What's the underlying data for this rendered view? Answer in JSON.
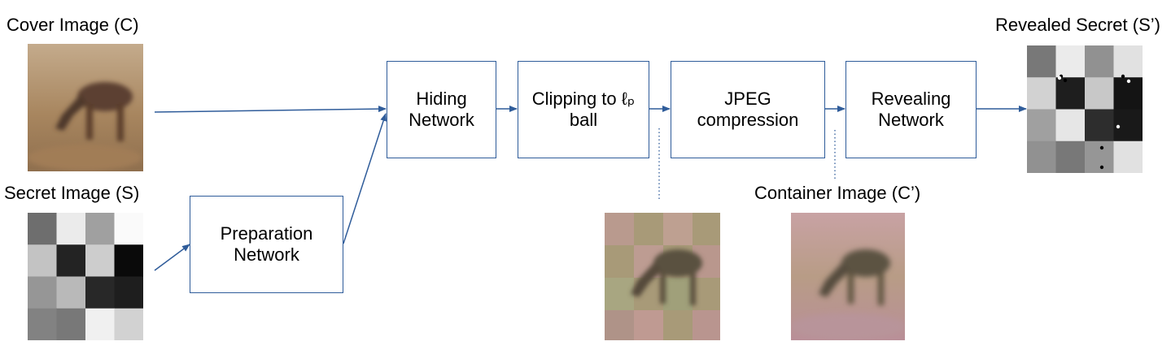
{
  "labels": {
    "cover_image": "Cover Image (C)",
    "secret_image": "Secret Image (S)",
    "container_image": "Container Image (C’)",
    "revealed_secret": "Revealed Secret (S’)"
  },
  "boxes": {
    "preparation": {
      "line1": "Preparation",
      "line2": "Network"
    },
    "hiding": {
      "line1": "Hiding",
      "line2": "Network"
    },
    "clipping": {
      "line1": "Clipping to ℓₚ",
      "line2": "ball"
    },
    "jpeg": {
      "line1": "JPEG",
      "line2": "compression"
    },
    "revealing": {
      "line1": "Revealing",
      "line2": "Network"
    }
  },
  "colors": {
    "arrow": "#2f5c9a",
    "box_border": "#2f5c9a"
  },
  "images": {
    "secret_grid": [
      [
        110,
        235,
        160,
        250
      ],
      [
        195,
        35,
        205,
        10
      ],
      [
        150,
        185,
        40,
        30
      ],
      [
        130,
        120,
        240,
        210
      ]
    ],
    "revealed_grid": [
      [
        120,
        235,
        145,
        225
      ],
      [
        210,
        30,
        200,
        20
      ],
      [
        160,
        230,
        45,
        25
      ],
      [
        145,
        120,
        150,
        225
      ]
    ]
  }
}
